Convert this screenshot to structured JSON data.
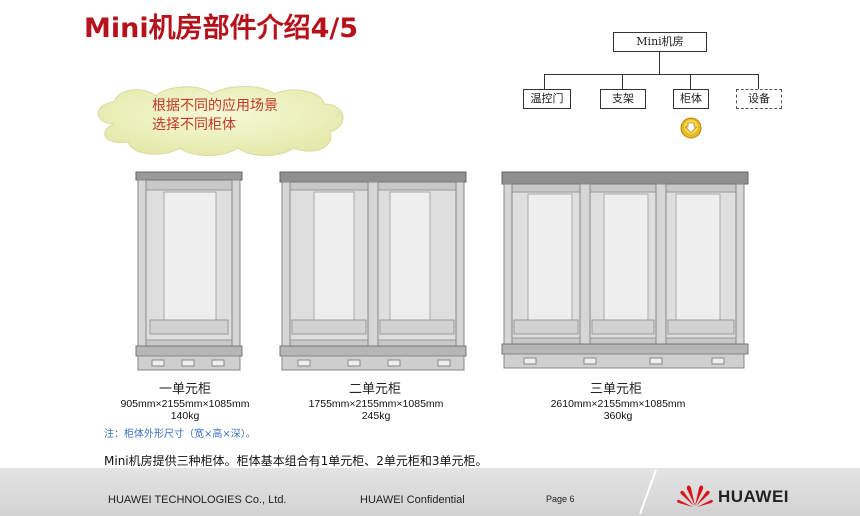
{
  "title": "Mini机房部件介绍4/5",
  "tree": {
    "root": "Mini机房",
    "children": [
      "温控门",
      "支架",
      "柜体",
      "设备"
    ],
    "selected": "柜体",
    "indicator_icon": "down-arrow-circle-icon",
    "indicator_color": "#f0c020"
  },
  "callout": {
    "line1": "根据不同的应用场景",
    "line2": "选择不同柜体"
  },
  "cabinets": [
    {
      "name": "一单元柜",
      "dims": "905mm×2155mm×1085mm",
      "weight": "140kg"
    },
    {
      "name": "二单元柜",
      "dims": "1755mm×2155mm×1085mm",
      "weight": "245kg"
    },
    {
      "name": "三单元柜",
      "dims": "2610mm×2155mm×1085mm",
      "weight": "360kg"
    }
  ],
  "note": "注：柜体外形尺寸（宽×高×深）。",
  "description": "Mini机房提供三种柜体。柜体基本组合有1单元柜、2单元柜和3单元柜。",
  "footer": {
    "company": "HUAWEI TECHNOLOGIES Co., Ltd.",
    "confidential": "HUAWEI Confidential",
    "page": "Page 6",
    "brand": "HUAWEI",
    "brand_icon": "huawei-logo-icon"
  },
  "colors": {
    "title": "#b5121b",
    "callout_text": "#c0392b",
    "note": "#3a6fc4",
    "brand_red": "#d7141b"
  }
}
